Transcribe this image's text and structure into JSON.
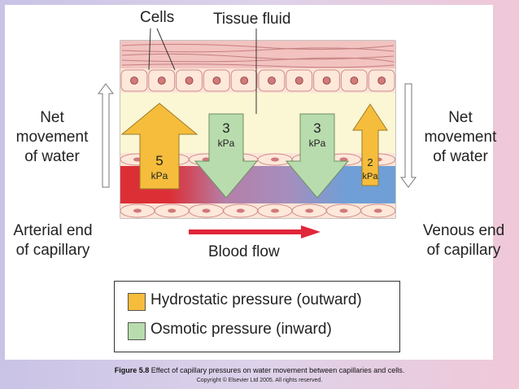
{
  "labels": {
    "cells": "Cells",
    "tissue_fluid": "Tissue fluid",
    "net_left": [
      "Net",
      "movement",
      "of water"
    ],
    "net_right": [
      "Net",
      "movement",
      "of water"
    ],
    "arterial": [
      "Arterial end",
      "of capillary"
    ],
    "venous": [
      "Venous end",
      "of capillary"
    ],
    "blood_flow": "Blood flow"
  },
  "arrows": [
    {
      "type": "hydrostatic",
      "direction": "outward",
      "value": "5",
      "unit": "kPa"
    },
    {
      "type": "osmotic",
      "direction": "inward",
      "value": "3",
      "unit": "kPa"
    },
    {
      "type": "osmotic",
      "direction": "inward",
      "value": "3",
      "unit": "kPa"
    },
    {
      "type": "hydrostatic",
      "direction": "outward",
      "value": "2",
      "unit": "kPa"
    }
  ],
  "legend": {
    "items": [
      {
        "label": "Hydrostatic pressure (outward)",
        "color": "#f6bd3c"
      },
      {
        "label": "Osmotic pressure (inward)",
        "color": "#b9dcae"
      }
    ]
  },
  "caption": {
    "prefix": "Figure 5.8",
    "text": " Effect of capillary pressures on water movement between capillaries and cells."
  },
  "copyright": "Copyright © Elsevier Ltd 2005. All rights reserved.",
  "colors": {
    "arterial_blood": "#dc2f35",
    "venous_blood": "#6f9fd6",
    "tissue_fluid": "#fbf6d3",
    "cells": "#fbe5d6",
    "connective": "#f2c3c0"
  }
}
